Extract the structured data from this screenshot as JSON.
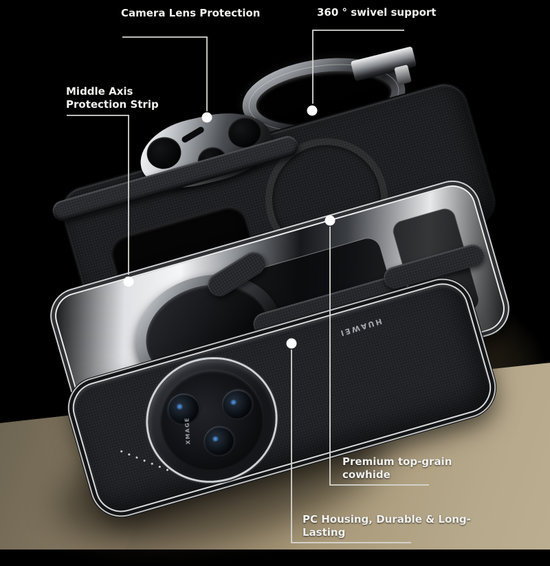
{
  "image": {
    "kind": "annotated exploded product view",
    "subject": "foldable phone leather case with swivel ring stand"
  },
  "annotations": {
    "camera_lens": {
      "label": "Camera Lens Protection"
    },
    "swivel": {
      "label": "360 ° swivel support"
    },
    "middle_axis": {
      "label": "Middle Axis\nProtection Strip"
    },
    "cowhide": {
      "label": "Premium top-grain\ncowhide"
    },
    "pc_housing": {
      "label": "PC Housing, Durable & Long-\nLasting"
    }
  },
  "product": {
    "brand_text": "HUAWEI",
    "camera_badge_text": "XMAGE"
  },
  "colors": {
    "background_top": "#000000",
    "surface_tan": "#b7a98c",
    "surface_olive": "#57503f",
    "callout_line": "#d8d8d3",
    "callout_dot": "#ffffff",
    "label_text": "#f2f2f0"
  }
}
